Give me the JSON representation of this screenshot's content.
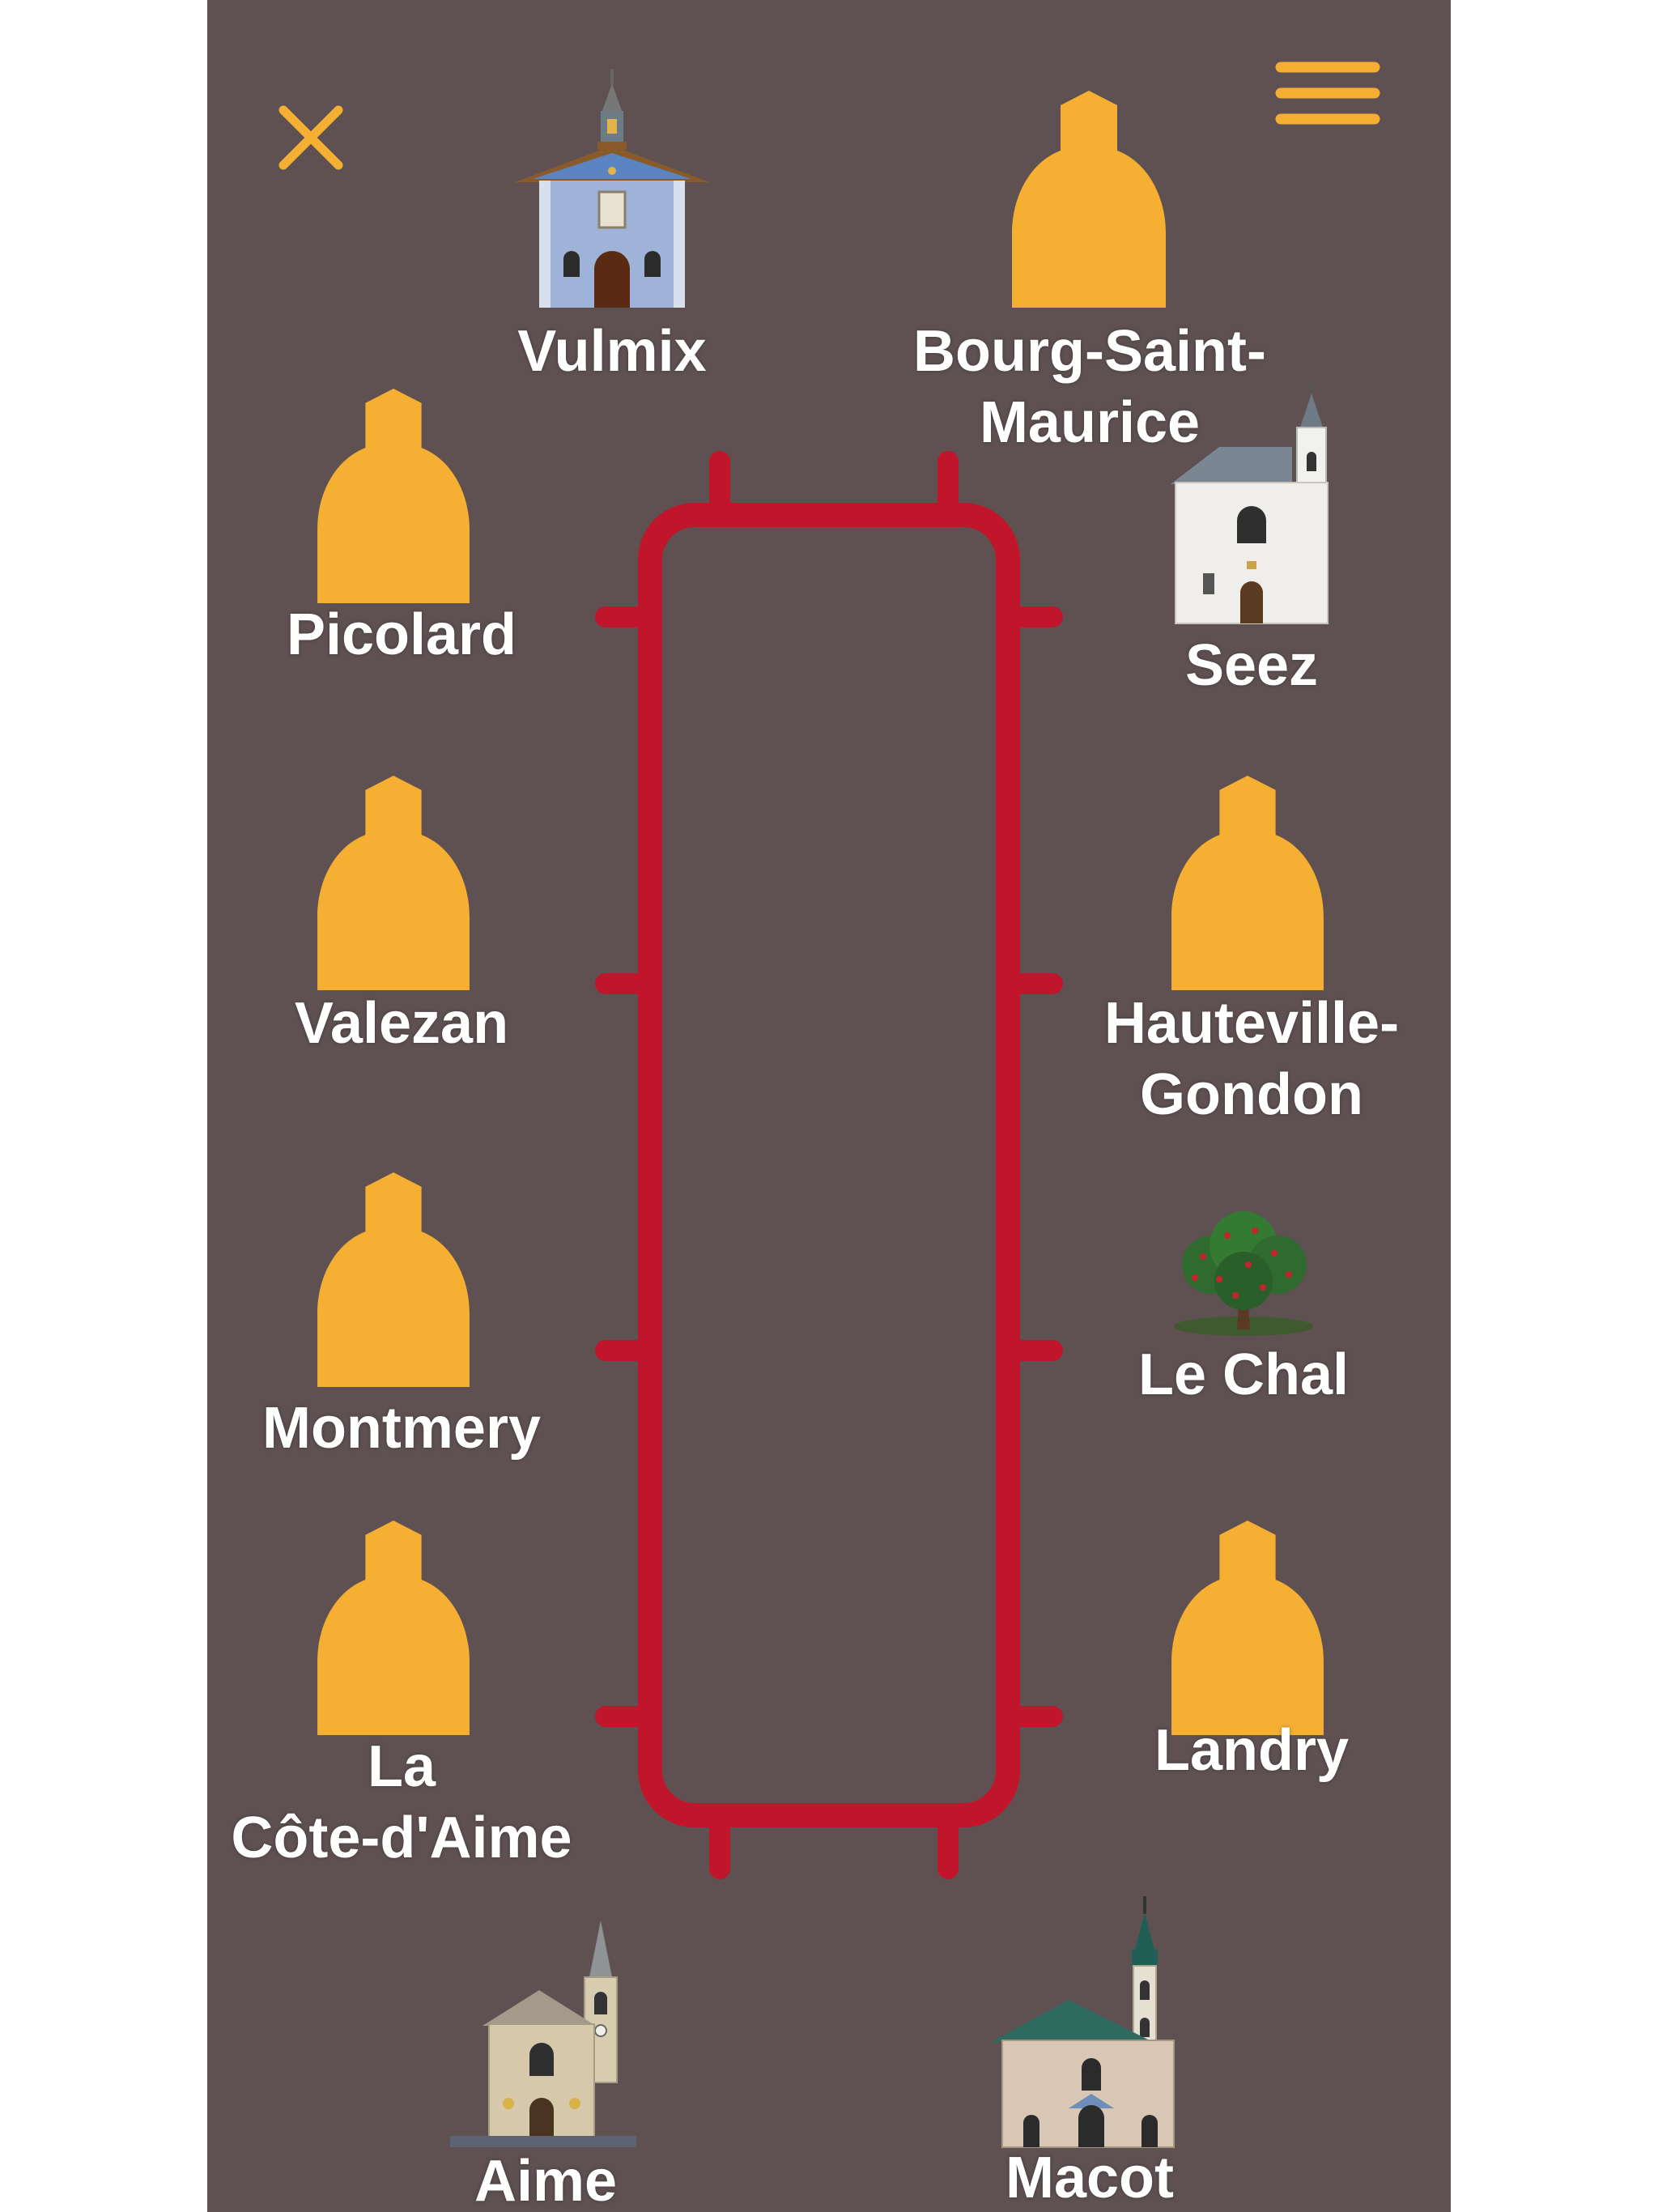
{
  "colors": {
    "background": "#5f5152",
    "accent": "#f5af32",
    "track": "#c0152a",
    "label": "#ffffff"
  },
  "header": {
    "close_icon": "close-icon",
    "menu_icon": "hamburger-menu-icon"
  },
  "villages": {
    "vulmix": {
      "name": "Vulmix",
      "icon": "chapel-illustration"
    },
    "bourg_saint_maurice": {
      "name_line1": "Bourg-Saint-",
      "name_line2": "Maurice",
      "icon": "bell-placeholder-icon"
    },
    "picolard": {
      "name": "Picolard",
      "icon": "bell-placeholder-icon"
    },
    "seez": {
      "name": "Seez",
      "icon": "church-illustration"
    },
    "valezan": {
      "name": "Valezan",
      "icon": "bell-placeholder-icon"
    },
    "hauteville_gondon": {
      "name_line1": "Hauteville-",
      "name_line2": "Gondon",
      "icon": "bell-placeholder-icon"
    },
    "montmery": {
      "name": "Montmery",
      "icon": "bell-placeholder-icon"
    },
    "le_chal": {
      "name": "Le Chal",
      "icon": "tree-illustration"
    },
    "la_cote_daime": {
      "name_line1": "La",
      "name_line2": "Côte-d'Aime",
      "icon": "bell-placeholder-icon"
    },
    "landry": {
      "name": "Landry",
      "icon": "bell-placeholder-icon"
    },
    "aime": {
      "name": "Aime",
      "icon": "church-illustration"
    },
    "macot": {
      "name": "Macot",
      "icon": "church-illustration"
    }
  }
}
